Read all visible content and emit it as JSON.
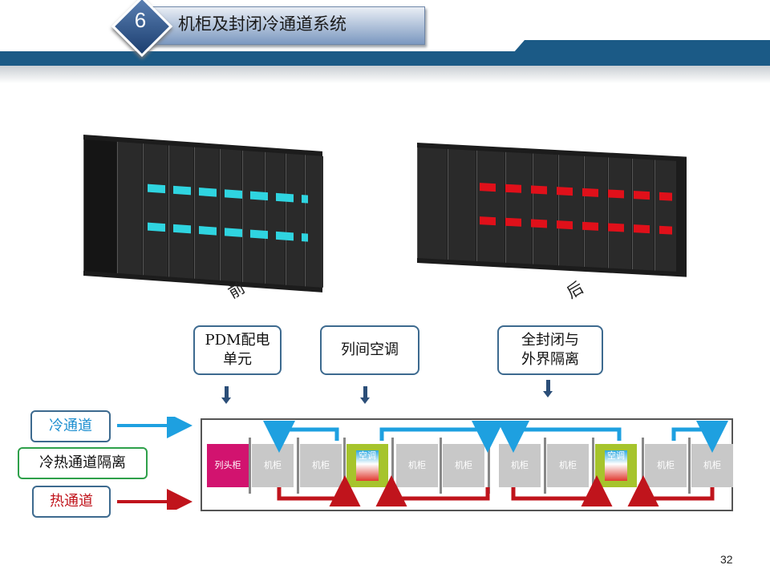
{
  "header": {
    "section_number": "6",
    "title": "机柜及封闭冷通道系统"
  },
  "photos": {
    "front_label": "前",
    "back_label": "后"
  },
  "callouts": [
    {
      "text_line1": "PDM配电",
      "text_line2": "单元"
    },
    {
      "text_line1": "列间空调"
    },
    {
      "text_line1": "全封闭与",
      "text_line2": "外界隔离"
    }
  ],
  "legend": {
    "cold_aisle": "冷通道",
    "isolation": "冷热通道隔离",
    "hot_aisle": "热通道"
  },
  "diagram": {
    "cabinets": [
      "列头柜",
      "机柜",
      "机柜",
      "空调",
      "机柜",
      "机柜",
      "机柜",
      "机柜",
      "空调",
      "机柜",
      "机柜"
    ]
  },
  "colors": {
    "header_bar": "#1b5a86",
    "cold": "#1ea0e0",
    "hot": "#c0141c",
    "head_cabinet": "#d2136f",
    "ac_unit": "#a6c42c",
    "cabinet": "#c8c8c8",
    "front_led": "#2fd4e0",
    "back_led": "#e0101a"
  },
  "page_number": "32"
}
